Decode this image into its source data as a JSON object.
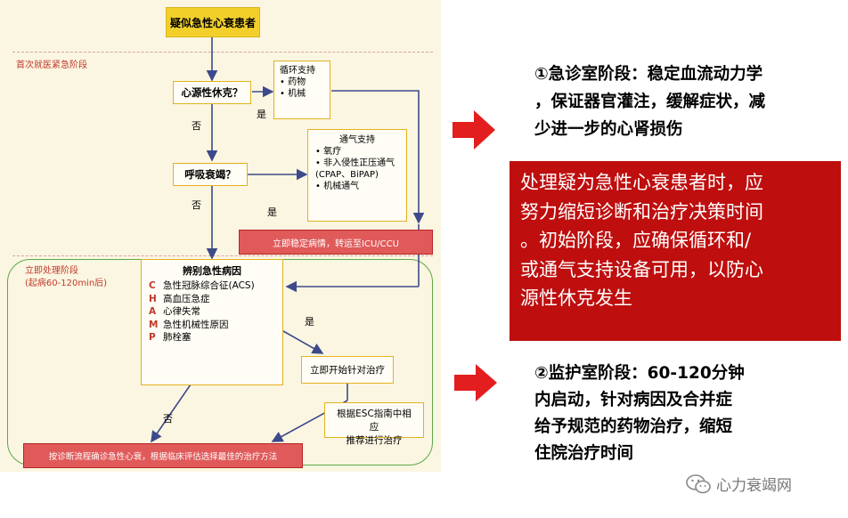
{
  "flowchart": {
    "top_title": "疑似急性心衰患者",
    "phase1_label": "首次就医紧急阶段",
    "phase2_label_line1": "立即处理阶段",
    "phase2_label_line2": "(起病60-120min后)",
    "decision_shock": "心源性休克？",
    "decision_resp": "呼吸衰竭？",
    "yes": "是",
    "no": "否",
    "circ_support": {
      "title": "循环支持",
      "items": [
        "• 药物",
        "• 机械"
      ]
    },
    "vent_support": {
      "title": "通气支持",
      "items": [
        "• 氧疗",
        "• 非入侵性正压通气",
        "  (CPAP、BiPAP)",
        "• 机械通气"
      ]
    },
    "stabilize_bar": "立即稳定病情，转运至ICU/CCU",
    "causes": {
      "title": "辨别急性病因",
      "items": [
        {
          "letter": "C",
          "text": "急性冠脉综合征(ACS)"
        },
        {
          "letter": "H",
          "text": "高血压急症"
        },
        {
          "letter": "A",
          "text": "心律失常"
        },
        {
          "letter": "M",
          "text": "急性机械性原因"
        },
        {
          "letter": "P",
          "text": "肺栓塞"
        }
      ]
    },
    "start_treatment": "立即开始针对治疗",
    "esc_line1": "根据ESC指南中相应",
    "esc_line2": "推荐进行治疗",
    "bottom_bar": "按诊断流程确诊急性心衰，根据临床评估选择最佳的治疗方法"
  },
  "right": {
    "stage1_line1": "①急诊室阶段：稳定血流动力学",
    "stage1_line2": "，保证器官灌注，缓解症状，减",
    "stage1_line3": "少进一步的心肾损伤",
    "red_box_lines": [
      "处理疑为急性心衰患者时，应",
      "努力缩短诊断和治疗决策时间",
      "。初始阶段，应确保循环和/",
      "或通气支持设备可用，以防心",
      "源性休克发生"
    ],
    "stage2_line1": "②监护室阶段：60-120分钟",
    "stage2_line2": "内启动，针对病因及合并症",
    "stage2_line3": "给予规范的药物治疗，缩短",
    "stage2_line4": "住院治疗时间",
    "watermark": "心力衰竭网"
  },
  "colors": {
    "arrow_red": "#e31e1e",
    "red_box": "#be0e0e",
    "title_yellow": "#f2cf2b",
    "box_border": "#e2b31c"
  }
}
